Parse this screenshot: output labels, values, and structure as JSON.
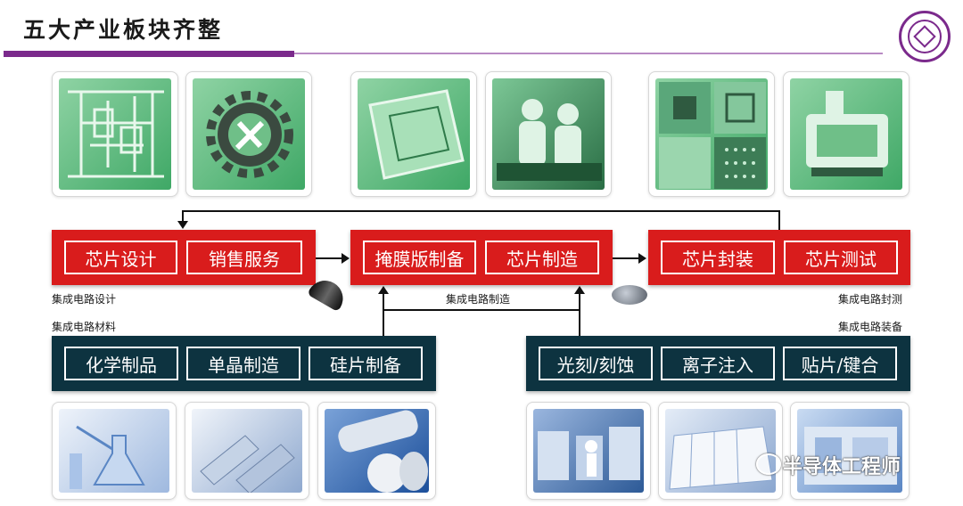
{
  "title": "五大产业板块齐整",
  "top_boxes": {
    "left": [
      "芯片设计",
      "销售服务"
    ],
    "middle": [
      "掩膜版制备",
      "芯片制造"
    ],
    "right": [
      "芯片封装",
      "芯片测试"
    ]
  },
  "bottom_boxes": {
    "left": [
      "化学制品",
      "单晶制造",
      "硅片制备"
    ],
    "right": [
      "光刻/刻蚀",
      "离子注入",
      "贴片/键合"
    ]
  },
  "labels": {
    "ic_design": "集成电路设计",
    "ic_manufacturing": "集成电路制造",
    "ic_packaging_test": "集成电路封测",
    "ic_materials": "集成电路材料",
    "ic_equipment": "集成电路装备"
  },
  "watermark": "半导体工程师",
  "colors": {
    "accent_purple": "#7b2a8c",
    "red": "#d91c1c",
    "navy": "#0d3340"
  }
}
